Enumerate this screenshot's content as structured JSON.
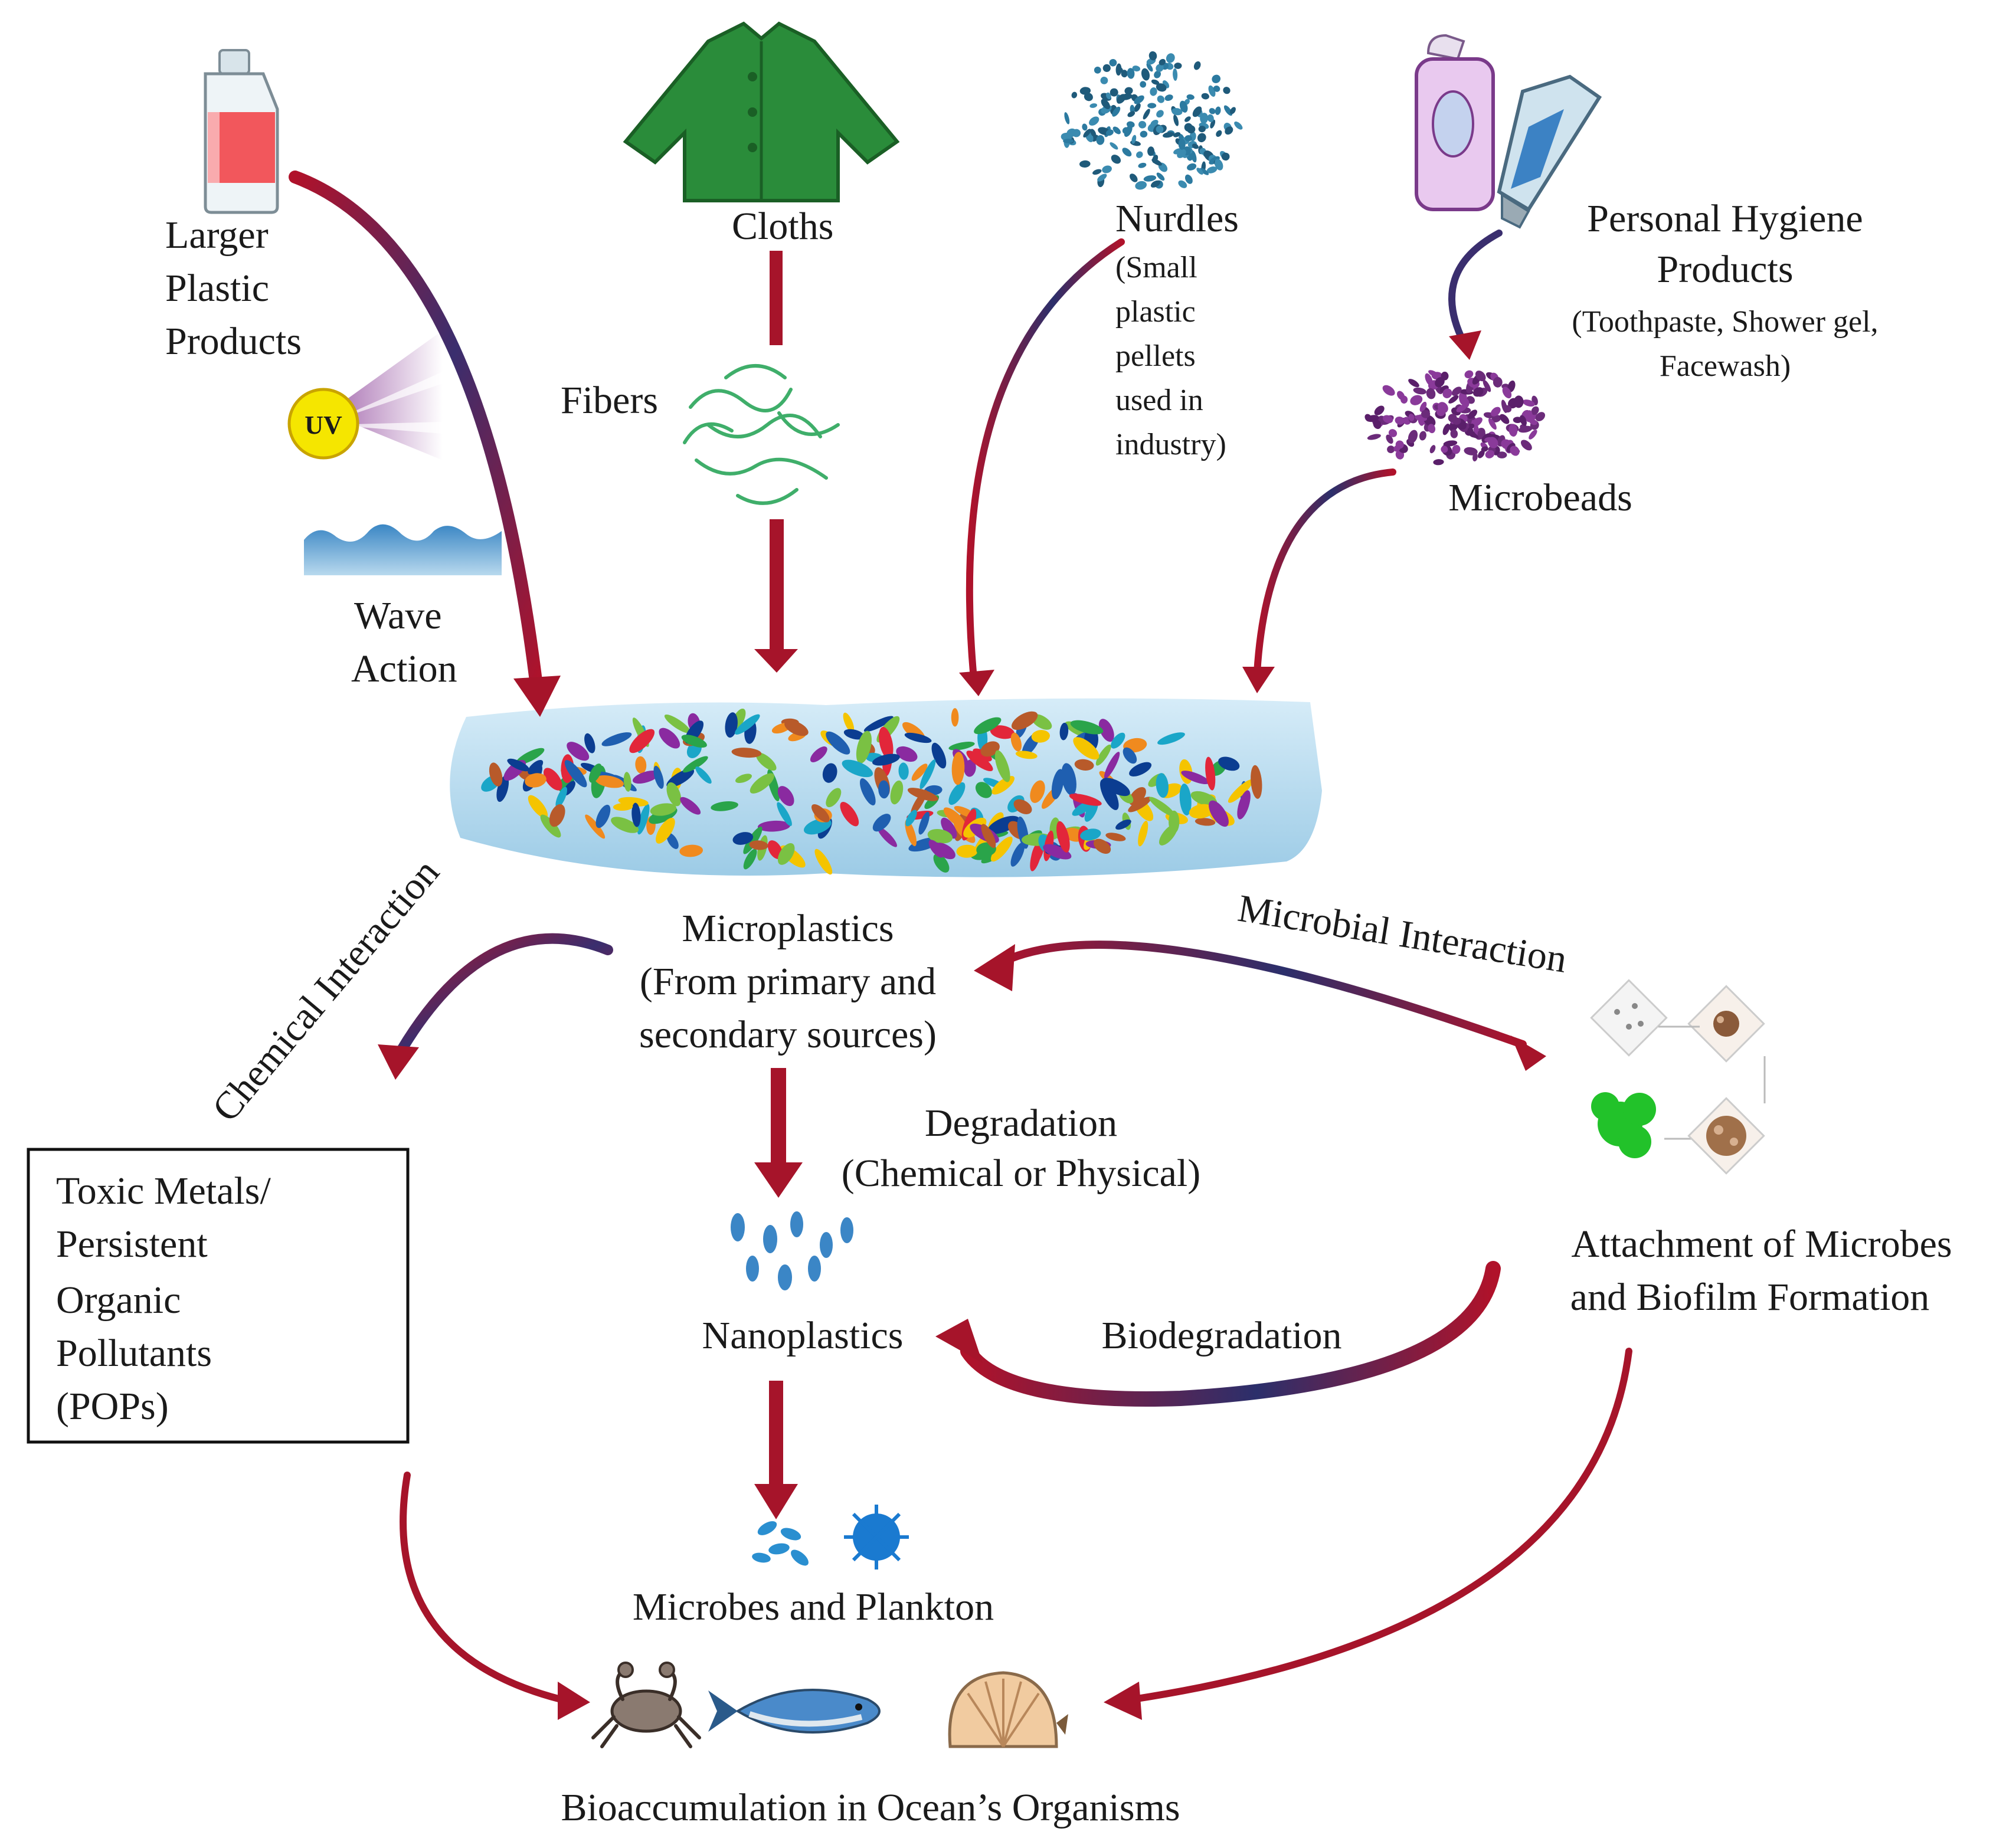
{
  "sources": {
    "larger_plastic": [
      "Larger",
      "Plastic",
      "Products"
    ],
    "uv_badge": "UV",
    "wave_action": [
      "Wave",
      "Action"
    ],
    "cloths": "Cloths",
    "fibers": "Fibers",
    "nurdles_title": "Nurdles",
    "nurdles_desc": [
      "(Small",
      "plastic",
      "pellets",
      "used in",
      "industry)"
    ],
    "hygiene_title": [
      "Personal Hygiene",
      "Products"
    ],
    "hygiene_desc": [
      "(Toothpaste, Shower gel,",
      "Facewash)"
    ],
    "microbeads": "Microbeads"
  },
  "center": {
    "microplastics": [
      "Microplastics",
      "(From primary and",
      "secondary sources)"
    ],
    "degradation": [
      "Degradation",
      "(Chemical or Physical)"
    ],
    "nanoplastics": "Nanoplastics",
    "microbes_plankton": "Microbes and Plankton"
  },
  "left": {
    "chemical_interaction": "Chemical Interaction",
    "toxic_box": [
      "Toxic Metals/",
      "Persistent",
      "Organic",
      "Pollutants",
      "(POPs)"
    ]
  },
  "right": {
    "microbial_interaction": "Microbial Interaction",
    "attachment": [
      "Attachment of Microbes",
      "and Biofilm Formation"
    ],
    "biodegradation": "Biodegradation"
  },
  "bottom": {
    "bioaccumulation": "Bioaccumulation in Ocean’s Organisms"
  },
  "colors": {
    "arrow_red": "#a6142a",
    "arrow_navy": "#2b2f6b",
    "water": "#b9dcef",
    "fiber": "#3fae6a",
    "pellet": "#1f5a7a",
    "bead": "#6b2b7a",
    "biofilm_green": "#22c22a"
  }
}
